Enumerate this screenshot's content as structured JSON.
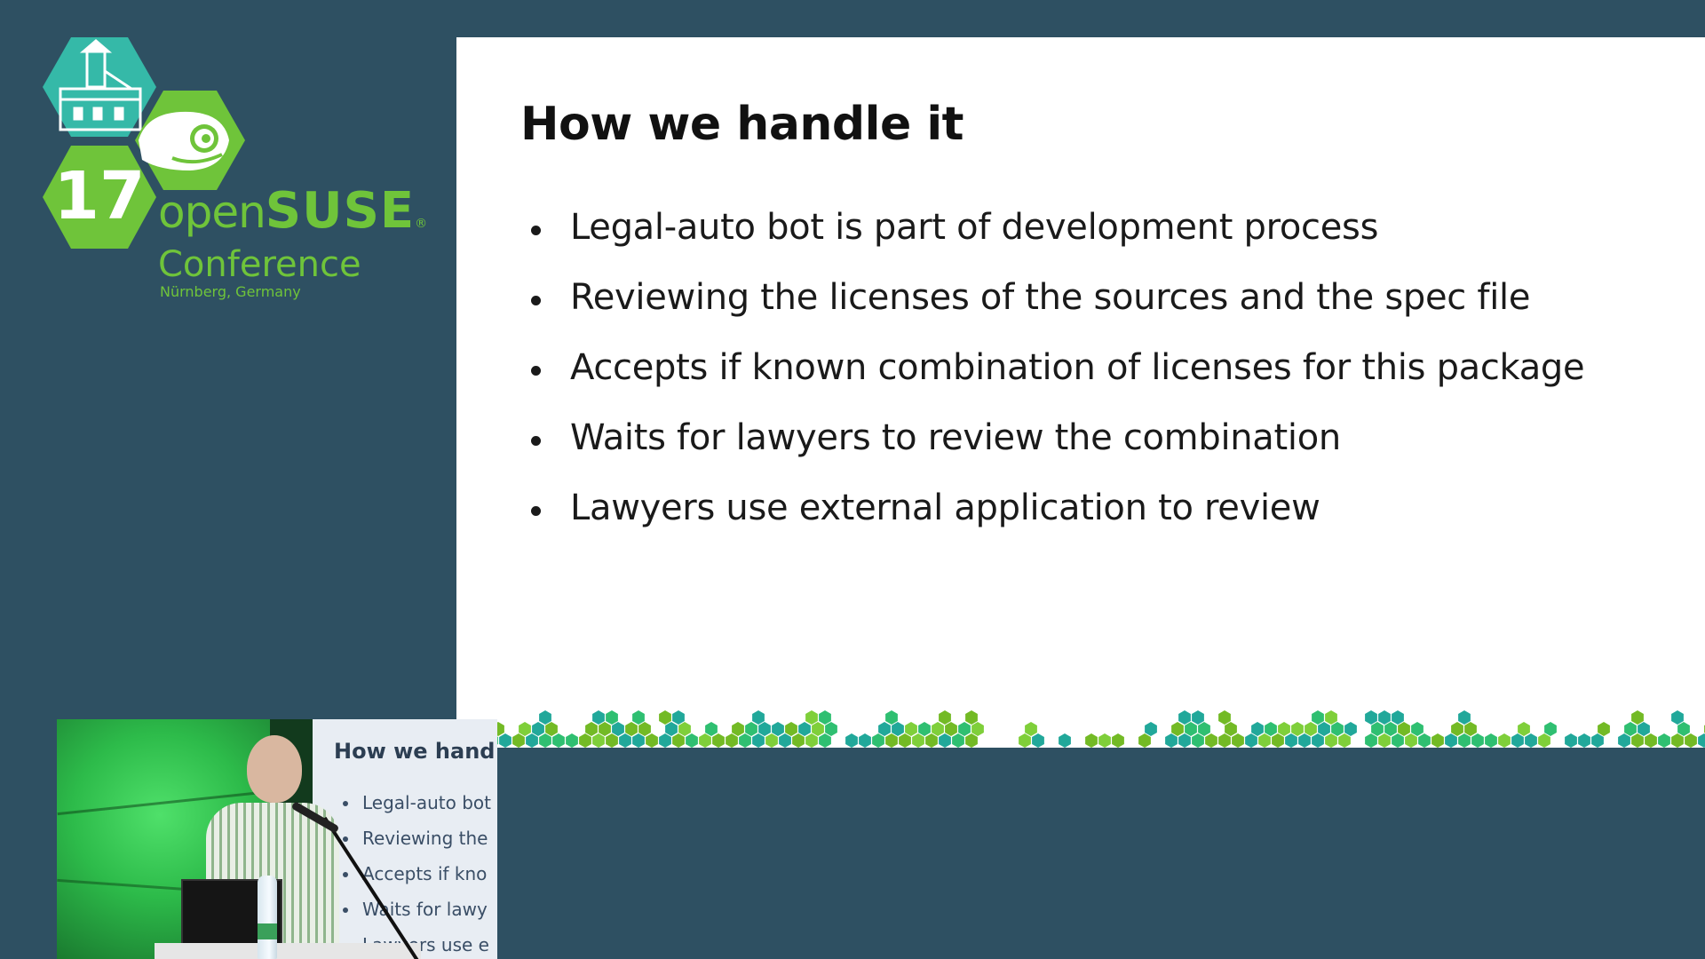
{
  "logo": {
    "edition": "17",
    "brand_open": "open",
    "brand_suse": "SUSE",
    "registered": "®",
    "event": "Conference",
    "location": "Nürnberg, Germany"
  },
  "slide": {
    "title": "How we handle it",
    "bullets": [
      "Legal-auto bot is part of development process",
      "Reviewing the licenses of the sources and the spec file",
      "Accepts if known combination of licenses for this package",
      "Waits for lawyers to review the combination",
      "Lawyers use external application to review"
    ]
  },
  "camera": {
    "screen_title": "How we hand",
    "screen_bullets": [
      "Legal-auto bot",
      "Reviewing the",
      "Accepts if kno",
      "Waits for lawy",
      "Lawyers use e"
    ]
  },
  "colors": {
    "background": "#2e5062",
    "brand_green": "#6fc43a",
    "teal": "#35b9a8",
    "hex_green": "#73ba25",
    "hex_teal": "#21a89a"
  }
}
